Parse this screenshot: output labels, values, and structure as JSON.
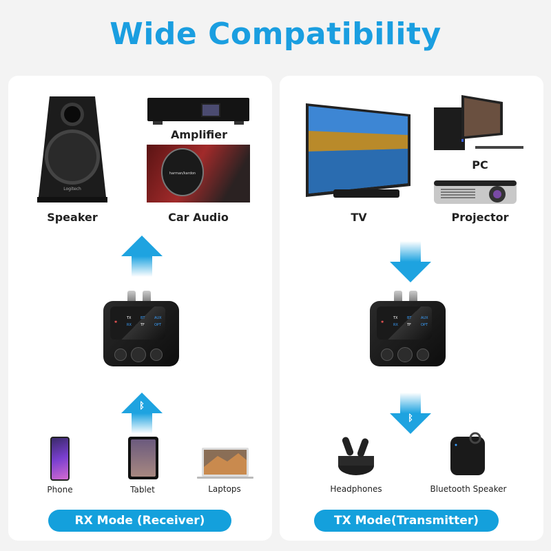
{
  "title": "Wide Compatibility",
  "rx_panel": {
    "outputs": [
      {
        "label": "Speaker",
        "icon": "speaker-icon"
      },
      {
        "label": "Amplifier",
        "icon": "amplifier-icon"
      },
      {
        "label": "Car Audio",
        "icon": "car-audio-icon"
      }
    ],
    "arrow_top": "up",
    "arrow_bottom": "up",
    "inputs": [
      {
        "label": "Phone",
        "icon": "phone-icon"
      },
      {
        "label": "Tablet",
        "icon": "tablet-icon"
      },
      {
        "label": "Laptops",
        "icon": "laptop-icon"
      }
    ],
    "mode_label": "RX Mode (Receiver)"
  },
  "tx_panel": {
    "sources": [
      {
        "label": "TV",
        "icon": "tv-icon"
      },
      {
        "label": "PC",
        "icon": "pc-icon"
      },
      {
        "label": "Projector",
        "icon": "projector-icon"
      }
    ],
    "arrow_top": "down",
    "arrow_bottom": "down",
    "outputs": [
      {
        "label": "Headphones",
        "icon": "headphones-icon"
      },
      {
        "label": "Bluetooth Speaker",
        "icon": "bluetooth-speaker-icon"
      }
    ],
    "mode_label": "TX Mode(Transmitter)"
  },
  "colors": {
    "accent": "#1a9ee0",
    "pill": "#14a0dc",
    "background": "#f3f3f3",
    "panel": "#ffffff"
  }
}
